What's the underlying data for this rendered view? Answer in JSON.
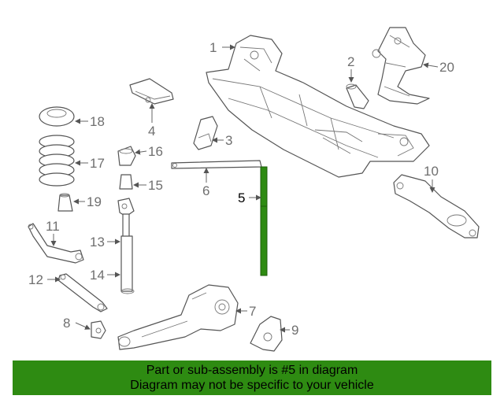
{
  "diagram": {
    "callouts": [
      {
        "id": "c1",
        "label": "1"
      },
      {
        "id": "c2",
        "label": "2"
      },
      {
        "id": "c3",
        "label": "3"
      },
      {
        "id": "c4",
        "label": "4"
      },
      {
        "id": "c5",
        "label": "5"
      },
      {
        "id": "c6",
        "label": "6"
      },
      {
        "id": "c7",
        "label": "7"
      },
      {
        "id": "c8",
        "label": "8"
      },
      {
        "id": "c9",
        "label": "9"
      },
      {
        "id": "c10",
        "label": "10"
      },
      {
        "id": "c11",
        "label": "11"
      },
      {
        "id": "c12",
        "label": "12"
      },
      {
        "id": "c13",
        "label": "13"
      },
      {
        "id": "c14",
        "label": "14"
      },
      {
        "id": "c15",
        "label": "15"
      },
      {
        "id": "c16",
        "label": "16"
      },
      {
        "id": "c17",
        "label": "17"
      },
      {
        "id": "c18",
        "label": "18"
      },
      {
        "id": "c19",
        "label": "19"
      },
      {
        "id": "c20",
        "label": "20"
      }
    ],
    "highlighted_part": "5",
    "highlight_color": "#2e8b12"
  },
  "banner": {
    "line1": "Part or sub-assembly is #5 in diagram",
    "line2": "Diagram may not be specific to your vehicle",
    "background": "#2e8b12"
  }
}
